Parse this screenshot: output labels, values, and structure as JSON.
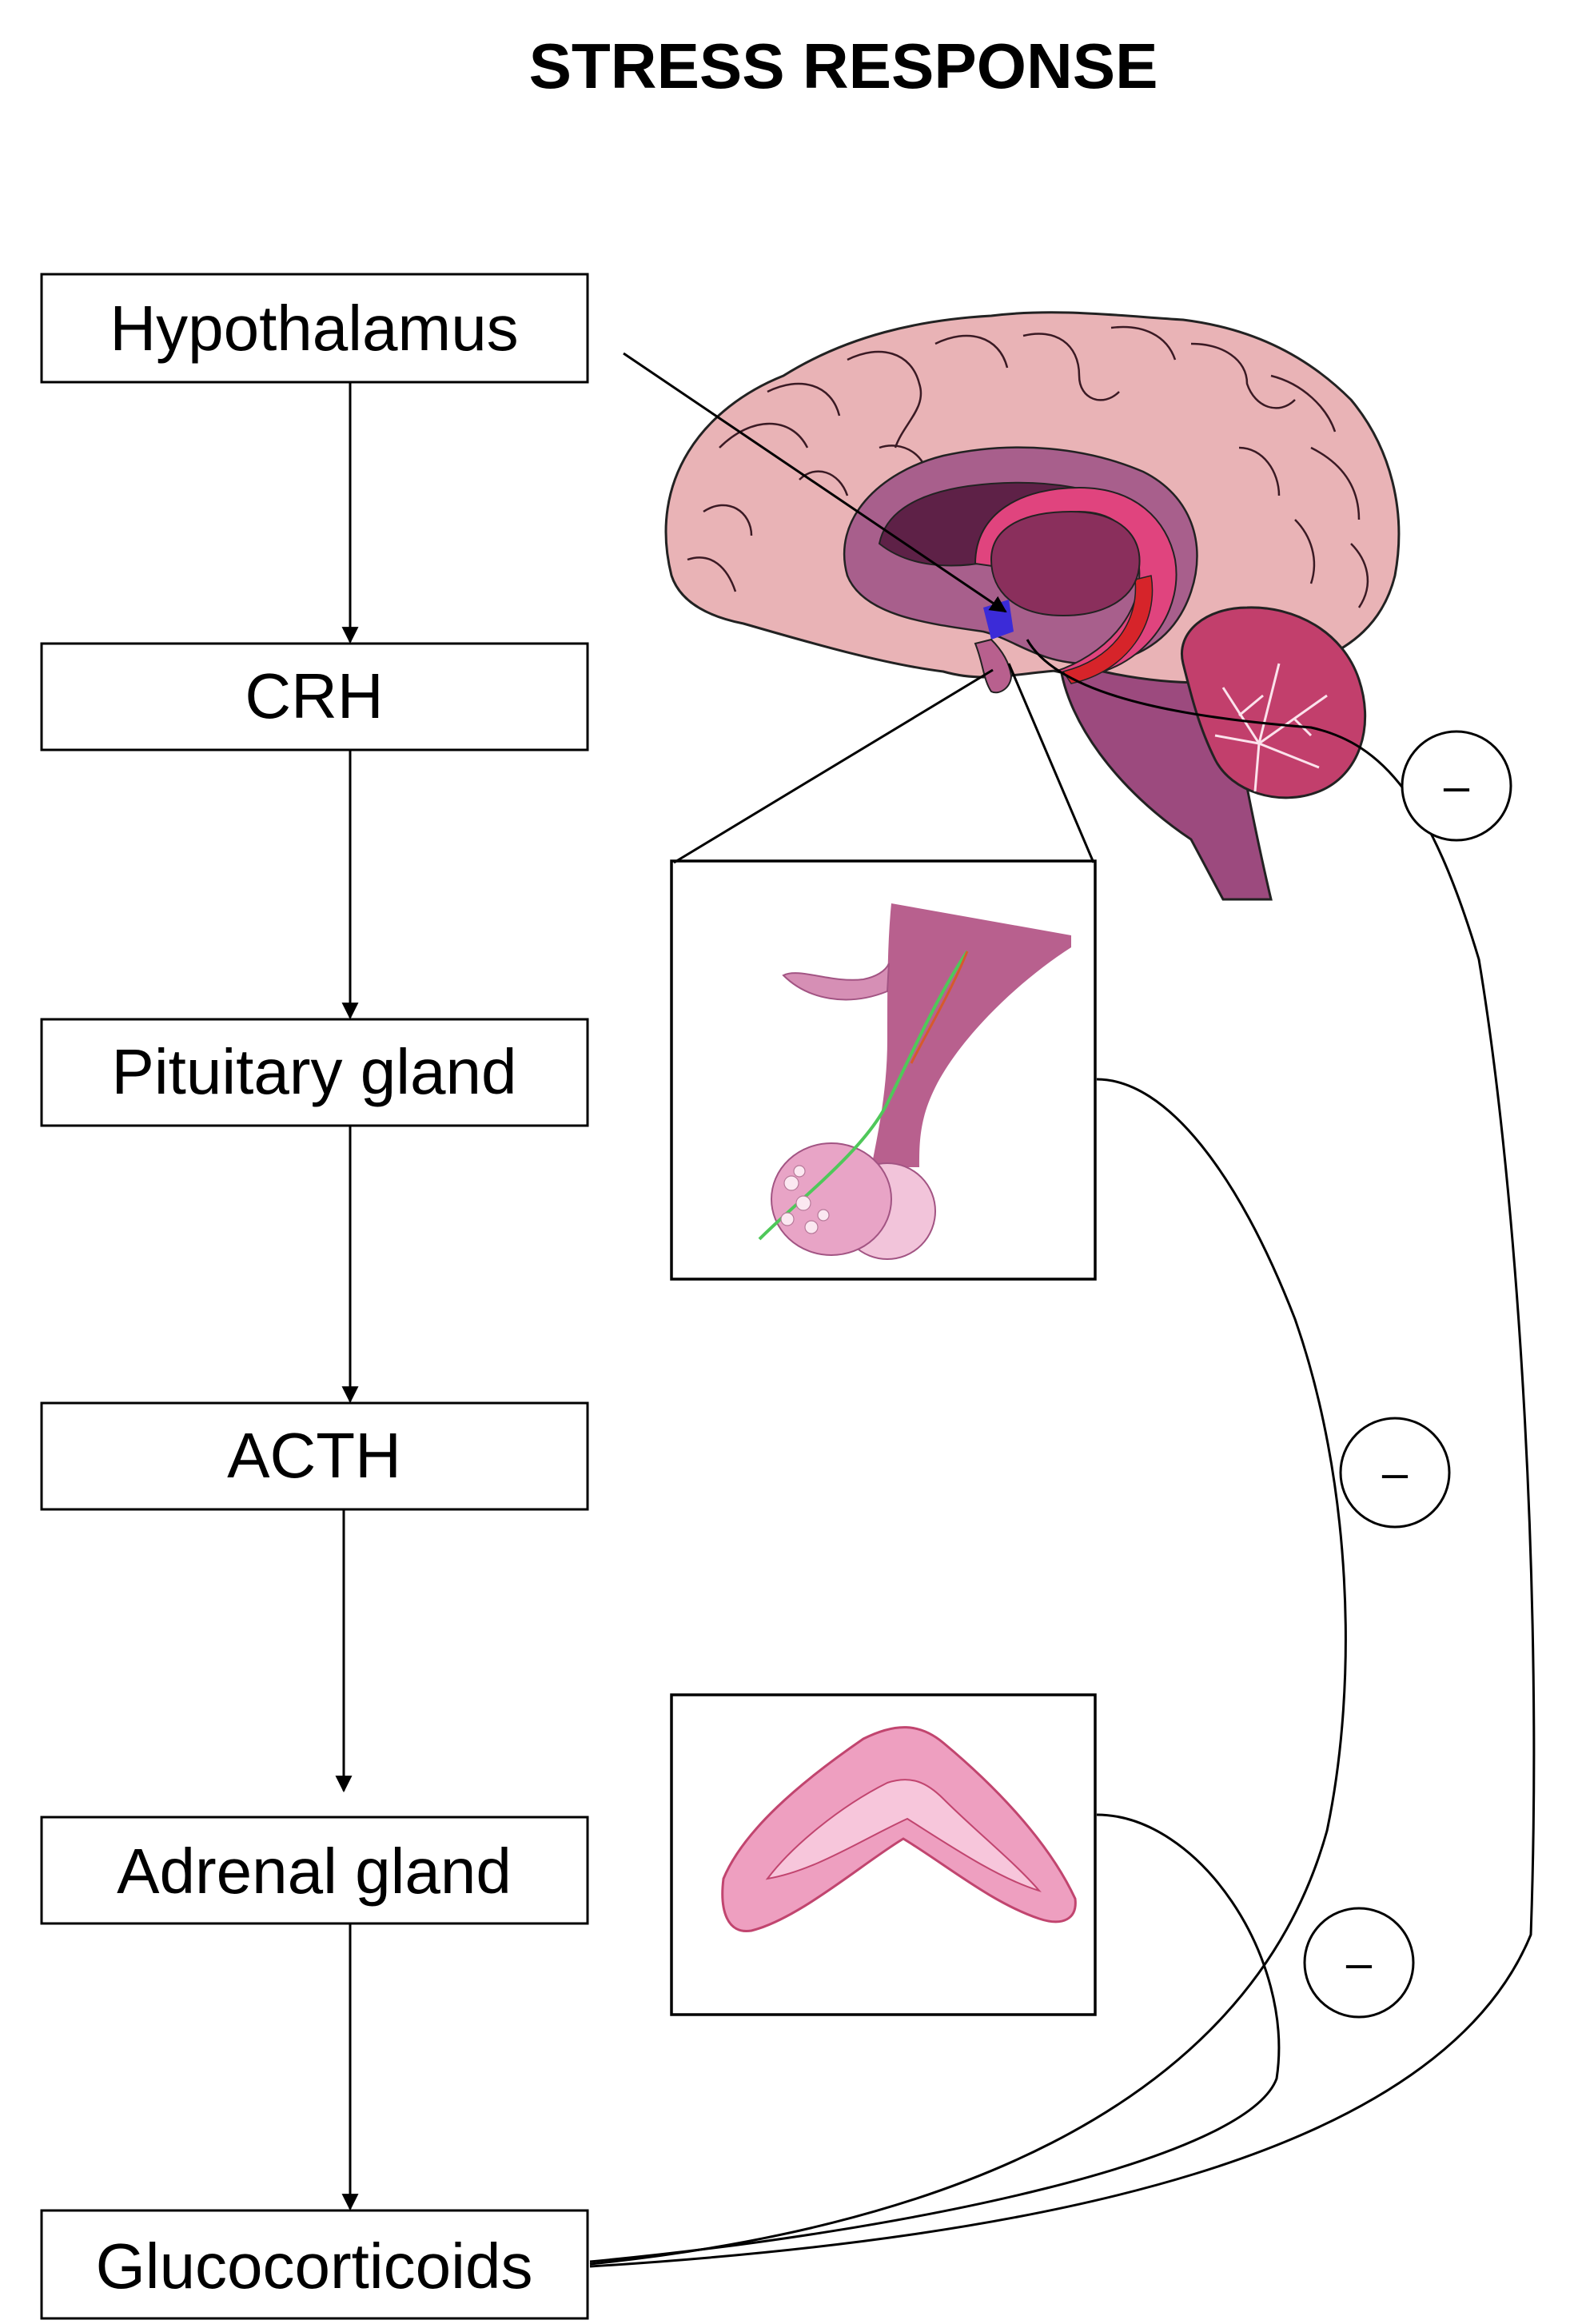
{
  "title": "STRESS RESPONSE",
  "boxes": [
    {
      "id": "hypothalamus",
      "label": "Hypothalamus"
    },
    {
      "id": "crh",
      "label": "CRH"
    },
    {
      "id": "pituitary",
      "label": "Pituitary gland"
    },
    {
      "id": "acth",
      "label": "ACTH"
    },
    {
      "id": "adrenal",
      "label": "Adrenal gland"
    },
    {
      "id": "glucocorticoids",
      "label": "Glucocorticoids"
    }
  ],
  "feedback_signs": [
    "–",
    "–",
    "–"
  ],
  "colors": {
    "brain_cortex": "#e9b3b6",
    "brain_inner": "#a85f8c",
    "brain_dark": "#5e2147",
    "corpus_callosum": "#e0447e",
    "cerebellum": "#c23f6c",
    "hypothalamus_dot": "#3b2bd8",
    "pituitary": "#e8a4c6",
    "adrenal": "#ee9fc0"
  }
}
